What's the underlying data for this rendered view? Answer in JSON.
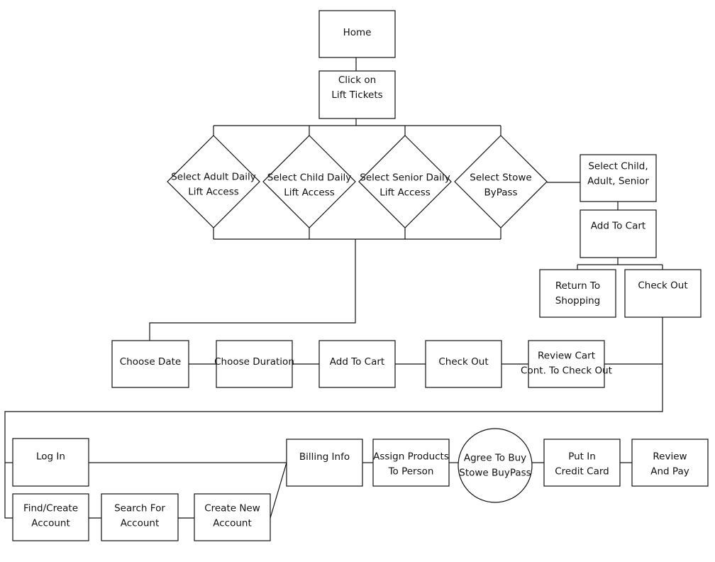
{
  "nodes": [
    {
      "id": "home",
      "shape": "rect",
      "lines": [
        "Home"
      ]
    },
    {
      "id": "click-lift-tickets",
      "shape": "rect",
      "lines": [
        "Click on",
        "Lift Tickets"
      ]
    },
    {
      "id": "select-adult-daily",
      "shape": "diamond",
      "lines": [
        "Select Adult Daily",
        "Lift Access"
      ]
    },
    {
      "id": "select-child-daily",
      "shape": "diamond",
      "lines": [
        "Select Child Daily",
        "Lift Access"
      ]
    },
    {
      "id": "select-senior-daily",
      "shape": "diamond",
      "lines": [
        "Select Senior Daily",
        "Lift Access"
      ]
    },
    {
      "id": "select-stowe-bypass",
      "shape": "diamond",
      "lines": [
        "Select Stowe",
        "ByPass"
      ]
    },
    {
      "id": "select-child-adult-senior",
      "shape": "rect",
      "lines": [
        "Select Child,",
        "Adult, Senior"
      ]
    },
    {
      "id": "add-to-cart-bypass",
      "shape": "rect",
      "lines": [
        "Add To Cart"
      ]
    },
    {
      "id": "return-to-shopping",
      "shape": "rect",
      "lines": [
        "Return To",
        "Shopping"
      ]
    },
    {
      "id": "check-out-bypass",
      "shape": "rect",
      "lines": [
        "Check Out"
      ]
    },
    {
      "id": "choose-date",
      "shape": "rect",
      "lines": [
        "Choose Date"
      ]
    },
    {
      "id": "choose-duration",
      "shape": "rect",
      "lines": [
        "Choose Duration"
      ]
    },
    {
      "id": "add-to-cart",
      "shape": "rect",
      "lines": [
        "Add To Cart"
      ]
    },
    {
      "id": "check-out",
      "shape": "rect",
      "lines": [
        "Check Out"
      ]
    },
    {
      "id": "review-cart",
      "shape": "rect",
      "lines": [
        "Review Cart",
        "Cont. To Check Out"
      ]
    },
    {
      "id": "log-in",
      "shape": "rect",
      "lines": [
        "Log In"
      ]
    },
    {
      "id": "find-create-account",
      "shape": "rect",
      "lines": [
        "Find/Create",
        "Account"
      ]
    },
    {
      "id": "search-for-account",
      "shape": "rect",
      "lines": [
        "Search For",
        "Account"
      ]
    },
    {
      "id": "create-new-account",
      "shape": "rect",
      "lines": [
        "Create New",
        "Account"
      ]
    },
    {
      "id": "billing-info",
      "shape": "rect",
      "lines": [
        "Billing Info"
      ]
    },
    {
      "id": "assign-products",
      "shape": "rect",
      "lines": [
        "Assign Products",
        "To Person"
      ]
    },
    {
      "id": "agree-to-buy",
      "shape": "circle",
      "lines": [
        "Agree To Buy",
        "Stowe BuyPass"
      ]
    },
    {
      "id": "put-in-credit-card",
      "shape": "rect",
      "lines": [
        "Put In",
        "Credit Card"
      ]
    },
    {
      "id": "review-and-pay",
      "shape": "rect",
      "lines": [
        "Review",
        "And Pay"
      ]
    }
  ]
}
